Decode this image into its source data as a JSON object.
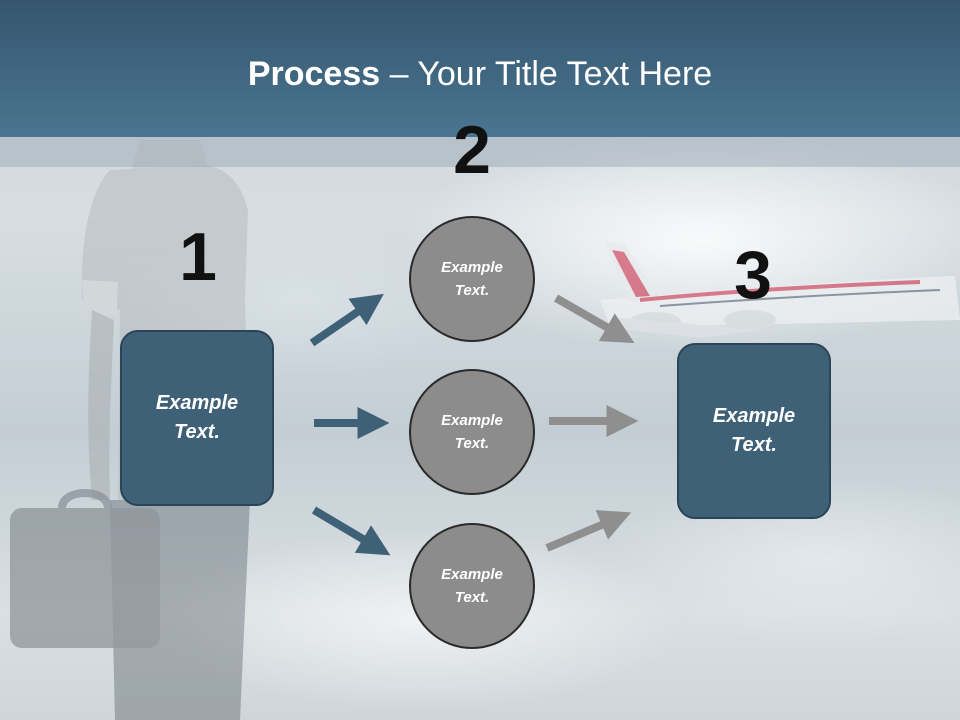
{
  "title": {
    "bold": "Process",
    "rest": " – Your Title Text Here"
  },
  "steps": [
    {
      "number": "1",
      "label": "Example Text."
    },
    {
      "number": "2"
    },
    {
      "number": "3",
      "label": "Example Text."
    }
  ],
  "circles": [
    {
      "label": "Example Text."
    },
    {
      "label": "Example Text."
    },
    {
      "label": "Example Text."
    }
  ],
  "colors": {
    "header": "#4a7590",
    "box_fill": "#3f6178",
    "circle_fill": "#8c8c8c",
    "arrow_blue": "#3f6178",
    "arrow_gray": "#8f8f8f"
  }
}
